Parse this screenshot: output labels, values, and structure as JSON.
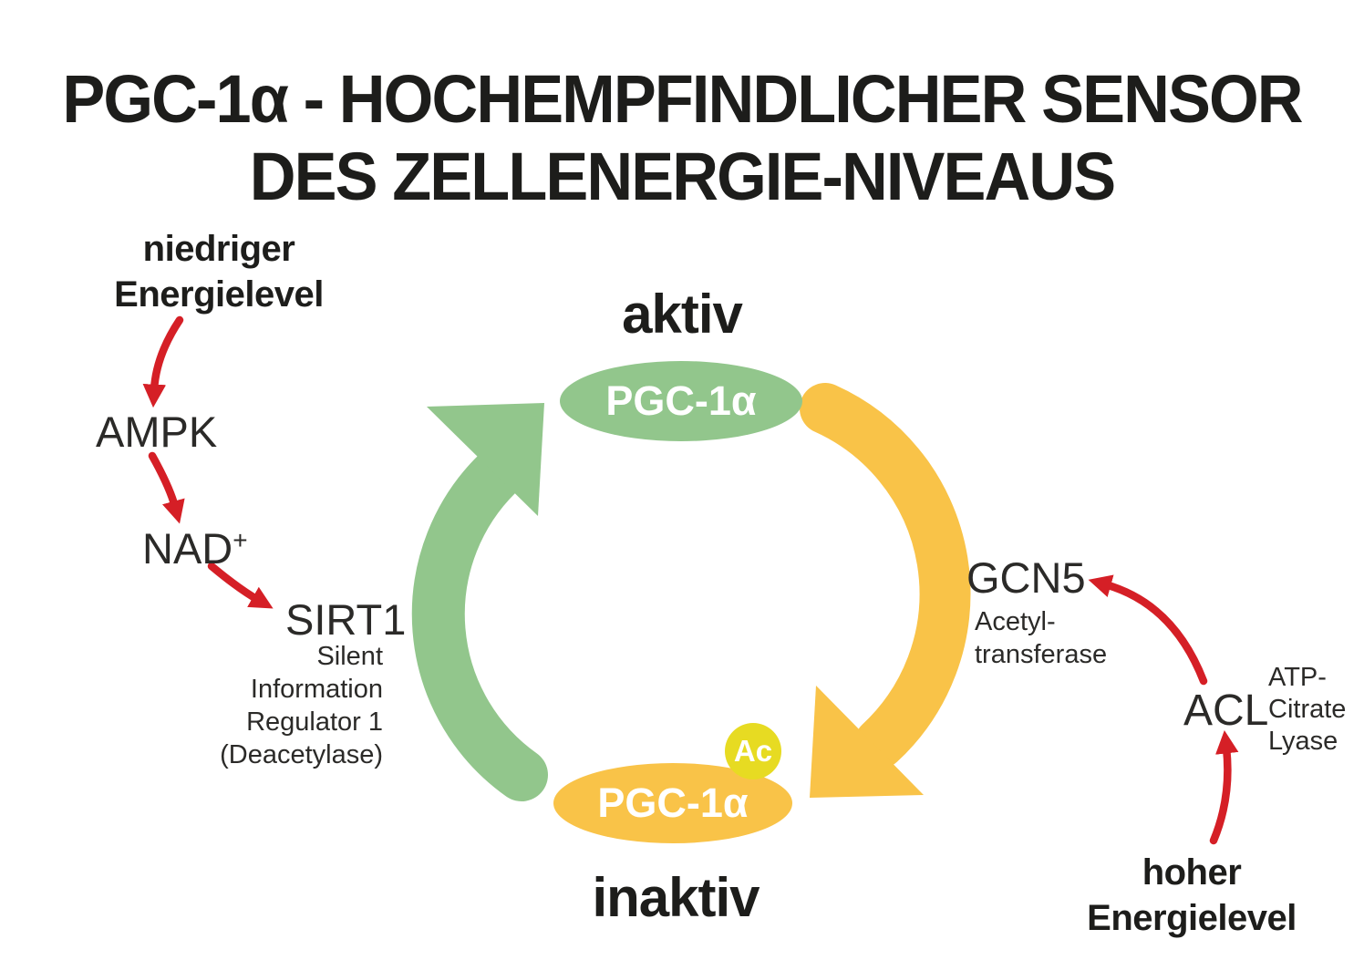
{
  "title": {
    "line1": "PGC-1α - HOCHEMPFINDLICHER SENSOR",
    "line2": "DES ZELLENERGIE-NIVEAUS"
  },
  "low_energy_pathway": {
    "trigger_line1": "niedriger",
    "trigger_line2": "Energielevel",
    "node_ampk": "AMPK",
    "node_nad_base": "NAD",
    "node_nad_superscript": "+",
    "node_sirt1": "SIRT1",
    "sirt1_description_line1": "Silent",
    "sirt1_description_line2": "Information",
    "sirt1_description_line3": "Regulator 1",
    "sirt1_description_line4": "(Deacetylase)"
  },
  "cycle": {
    "active_state_label": "aktiv",
    "inactive_state_label": "inaktiv",
    "active_node_label": "PGC-1α",
    "inactive_node_label": "PGC-1α",
    "acetyl_badge_label": "Ac"
  },
  "high_energy_pathway": {
    "node_gcn5": "GCN5",
    "gcn5_description_line1": "Acetyl-",
    "gcn5_description_line2": "transferase",
    "node_acl": "ACL",
    "acl_description_line1": "ATP-",
    "acl_description_line2": "Citrate",
    "acl_description_line3": "Lyase",
    "trigger_line1": "hoher",
    "trigger_line2": "Energielevel"
  },
  "colors": {
    "green": "#92C68C",
    "yellow": "#F9C348",
    "acetyl_yellow": "#E7DB22",
    "red": "#D51F26",
    "text_dark": "#1D1D1B",
    "text_node": "#2B2A28",
    "white": "#FFFFFF"
  }
}
